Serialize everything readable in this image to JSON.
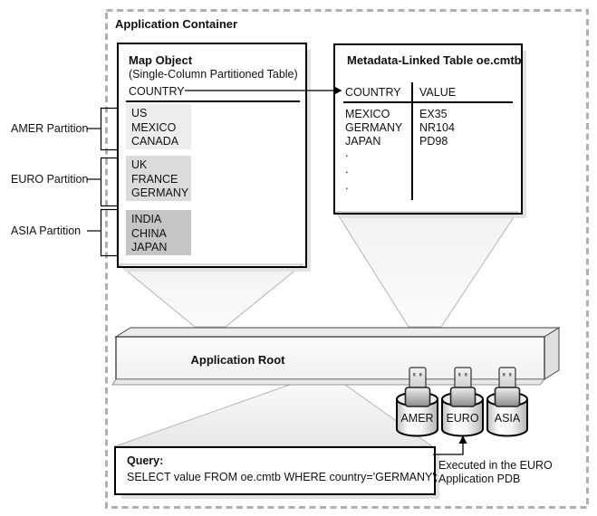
{
  "container": {
    "label": "Application Container"
  },
  "map_object": {
    "title": "Map Object",
    "subtitle": "(Single-Column Partitioned Table)",
    "column_header": "COUNTRY",
    "partitions": [
      {
        "label": "AMER Partition",
        "shade": "#ededed",
        "rows": [
          "US",
          "MEXICO",
          "CANADA"
        ]
      },
      {
        "label": "EURO Partition",
        "shade": "#dbdbdb",
        "rows": [
          "UK",
          "FRANCE",
          "GERMANY"
        ]
      },
      {
        "label": "ASIA Partition",
        "shade": "#c5c5c5",
        "rows": [
          "INDIA",
          "CHINA",
          "JAPAN"
        ]
      }
    ]
  },
  "metadata_table": {
    "title": "Metadata-Linked Table oe.cmtb",
    "columns": [
      "COUNTRY",
      "VALUE"
    ],
    "rows": [
      [
        "MEXICO",
        "EX35"
      ],
      [
        "GERMANY",
        "NR104"
      ],
      [
        "JAPAN",
        "PD98"
      ]
    ],
    "ellipsis": [
      ".",
      ".",
      "."
    ]
  },
  "application_root": {
    "label": "Application Root"
  },
  "pdbs": [
    {
      "label": "AMER"
    },
    {
      "label": "EURO"
    },
    {
      "label": "ASIA"
    }
  ],
  "query": {
    "label": "Query:",
    "sql": "SELECT value FROM oe.cmtb WHERE country='GERMANY';",
    "note_line1": "Executed in the EURO",
    "note_line2": "Application PDB"
  },
  "colors": {
    "dashed_border": "#b0b0b0",
    "box_border": "#000000",
    "partition_shades": [
      "#ededed",
      "#dbdbdb",
      "#c5c5c5"
    ],
    "funnel_fill_top": "#fbfbfb",
    "funnel_fill_bottom": "#e9e9e9"
  }
}
